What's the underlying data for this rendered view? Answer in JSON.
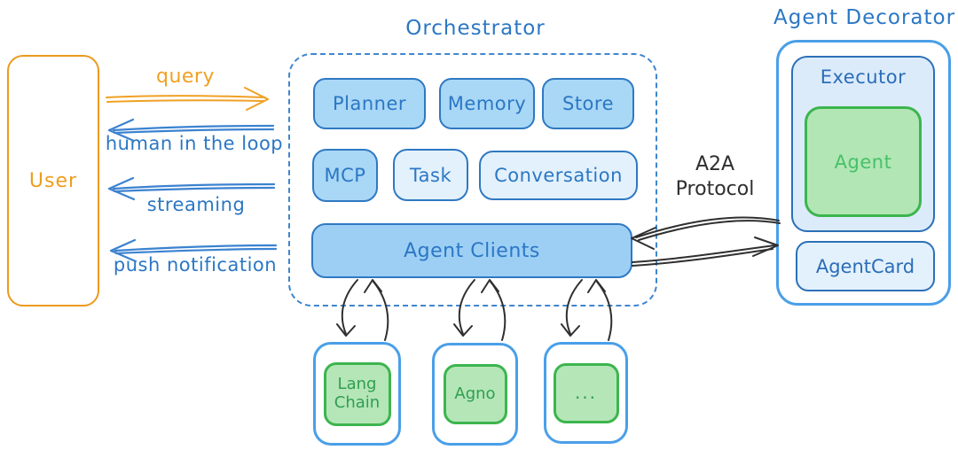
{
  "colors": {
    "orange": "#ef9d1f",
    "blue_text": "#2b77c4",
    "blue_border": "#2e79c2",
    "blue_fill_medium": "#a9d7f6",
    "blue_fill_light": "#e3f1fc",
    "blue_outer_border": "#4a9fe8",
    "green_border": "#3cb54e",
    "green_fill": "#b2e6b5",
    "green_text_dark": "#2f9e4f",
    "green_text_light": "#47c168",
    "arrow_blue": "#3b82d0",
    "arrow_black": "#2f2f2f"
  },
  "user": {
    "label": "User"
  },
  "flows": {
    "query": "query",
    "human_in_the_loop": "human in the loop",
    "streaming": "streaming",
    "push_notification": "push notification"
  },
  "orchestrator": {
    "title": "Orchestrator",
    "components_row1": [
      "Planner",
      "Memory",
      "Store"
    ],
    "components_row2": [
      "MCP",
      "Task",
      "Conversation"
    ],
    "agent_clients": "Agent Clients"
  },
  "a2a_protocol": {
    "line1": "A2A",
    "line2": "Protocol"
  },
  "agent_decorator": {
    "title": "Agent Decorator",
    "executor": "Executor",
    "agent": "Agent",
    "agent_card": "AgentCard"
  },
  "frameworks": [
    "Lang Chain",
    "Agno",
    "..."
  ]
}
